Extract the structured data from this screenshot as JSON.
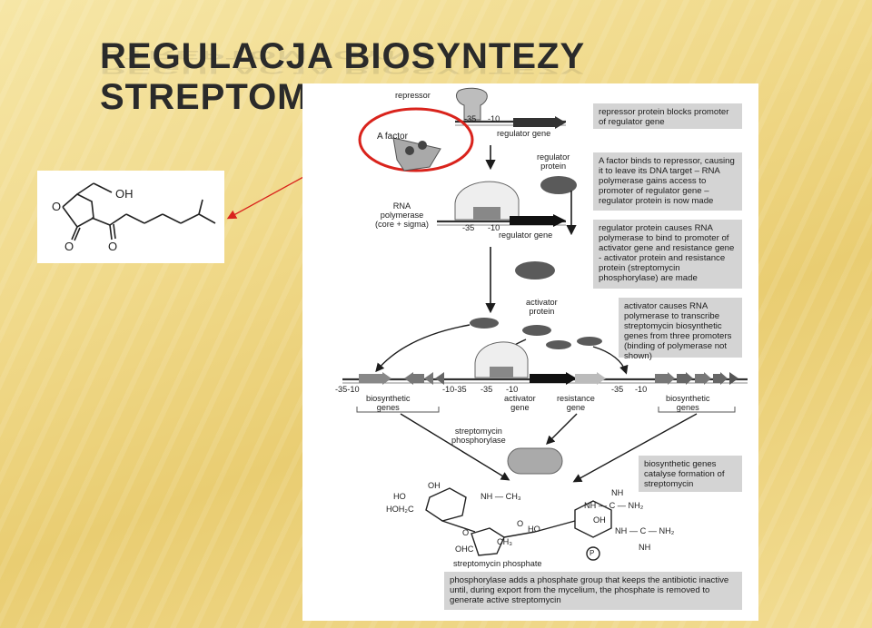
{
  "slide": {
    "title": "REGULACJA BIOSYNTEZY STREPTOMYCYNY"
  },
  "molecule": {
    "oh_label": "OH",
    "ring_o": "O",
    "carbonyl_o1": "O",
    "carbonyl_o2": "O"
  },
  "diagram": {
    "labels": {
      "repressor": "repressor",
      "minus35_top": "-35",
      "minus10_top": "-10",
      "regulator_gene_top": "regulator gene",
      "a_factor": "A factor",
      "regulator_protein": "regulator\nprotein",
      "rna_polymerase": "RNA\npolymerase\n(core + sigma)",
      "minus35_mid": "-35",
      "minus10_mid": "-10",
      "regulator_gene_mid": "regulator gene",
      "activator_protein": "activator\nprotein",
      "biosynthetic_genes_left": "biosynthetic\ngenes",
      "activator_gene": "activator\ngene",
      "resistance_gene": "resistance\ngene",
      "biosynthetic_genes_right": "biosynthetic\ngenes",
      "streptomycin_phosphorylase": "streptomycin\nphosphorylase",
      "streptomycin_phosphate": "streptomycin phosphate",
      "dna_numbers_1": "-35-10",
      "dna_numbers_2": "-10-35",
      "dna_numbers_3": "-35",
      "dna_numbers_4": "-10",
      "dna_numbers_5": "-35",
      "dna_numbers_6": "-10"
    },
    "captions": {
      "c1": "repressor protein blocks promoter of regulator gene",
      "c2": "A factor binds to repressor, causing it to leave its DNA target – RNA polymerase gains access to promoter of regulator gene – regulator protein is now made",
      "c3": "regulator protein causes RNA polymerase to bind to promoter of activator gene and resistance gene - activator protein and resistance protein (streptomycin phosphorylase) are made",
      "c4": "activator causes RNA polymerase to transcribe streptomycin biosynthetic genes from three promoters (binding of polymerase not shown)",
      "c5": "biosynthetic genes catalyse formation of streptomycin",
      "c6": "phosphorylase adds a phosphate group that keeps the antibiotic inactive until, during export from the mycelium, the phosphate is removed to generate active streptomycin"
    },
    "chem": {
      "oh1": "OH",
      "ho1": "HO",
      "hoh2c": "HOH₂C",
      "nh_ch3": "NH — CH₃",
      "nh1": "NH",
      "nh_c_nh2_top": "NH — C — NH₂",
      "oh2": "OH",
      "ho2": "HO",
      "ch3": "CH₃",
      "ohc": "OHC",
      "o1": "O",
      "o2": "O",
      "nh_c_nh2_bot": "NH — C — NH₂",
      "nh2": "NH",
      "p": "P"
    }
  },
  "colors": {
    "annotation_red": "#d9231c",
    "caption_bg": "#d4d4d4",
    "protein_gray": "#5a5a5a"
  }
}
